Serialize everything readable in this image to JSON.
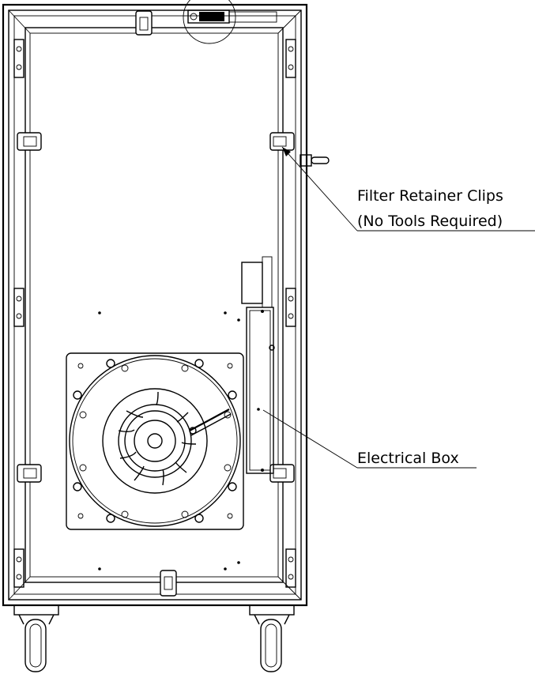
{
  "callouts": {
    "filter_clips_line1": "Filter Retainer Clips",
    "filter_clips_line2": "(No Tools Required)",
    "electrical_box": "Electrical Box"
  },
  "colors": {
    "line": "#000000",
    "background": "#ffffff"
  }
}
